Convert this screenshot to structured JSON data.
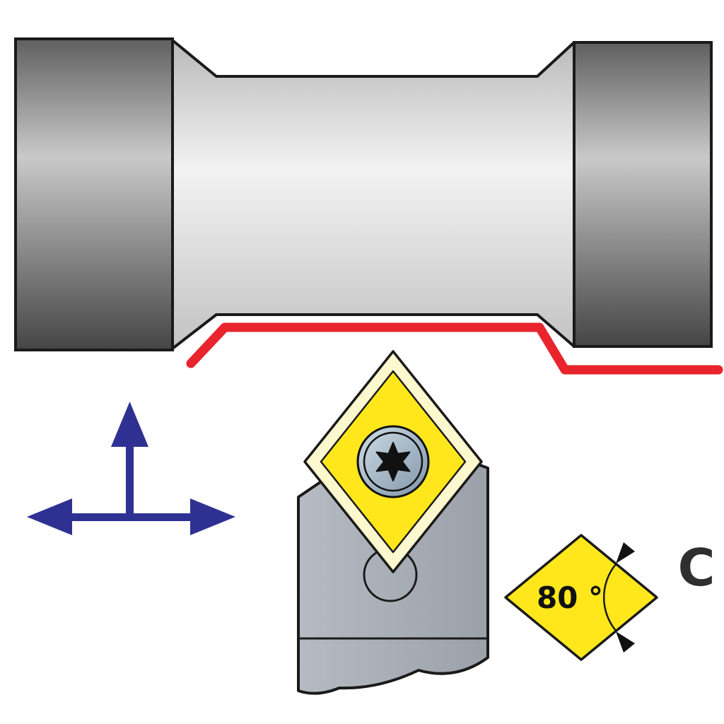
{
  "labels": {
    "insert_angle": "80 °",
    "shape_code": "C"
  },
  "colors": {
    "background": "#ffffff",
    "toolpath_red": "#e8242c",
    "feed_arrow_blue": "#2e3192",
    "insert_yellow": "#ffe71c",
    "insert_rim_pale": "#fdf8cd",
    "holder_gray": "#a8aeb6",
    "screw_head_gray": "#a9bfce",
    "workpiece_end_gray": "#5f5f5f",
    "workpiece_body_light": "#f3f3f3",
    "outline_black": "#1a1a1a",
    "label_dark": "#2f2f2f"
  },
  "icons": {
    "feed_arrows": "crossed double arrows (longitudinal + cross feed directions)",
    "screw": "6-point torx star in round screw head"
  }
}
